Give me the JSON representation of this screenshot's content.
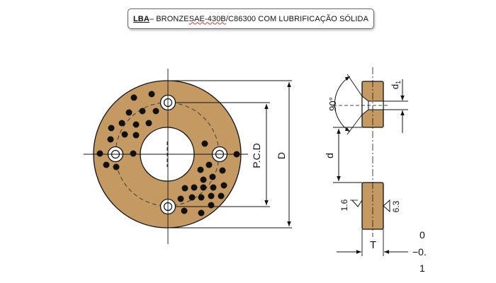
{
  "title": {
    "code": "LBA",
    "separator": " – BRONZE ",
    "sae": "SAE-430B",
    "rest": "/C86300 COM LUBRIFICAÇÃO SÓLIDA"
  },
  "labels": {
    "pcd": "P.C.D",
    "outer_diameter": "D",
    "angle": "90°",
    "d1": "d",
    "d1_sub": "1",
    "inner_diameter": "d",
    "roughness_1": "1.6",
    "roughness_2": "6.3",
    "thickness": "T",
    "tol_upper": "0",
    "tol_lower": "−0.",
    "tol_lower_2": "1"
  },
  "colors": {
    "bronze": "#c49a62",
    "bronze_dark": "#b48850",
    "line": "#111111"
  }
}
